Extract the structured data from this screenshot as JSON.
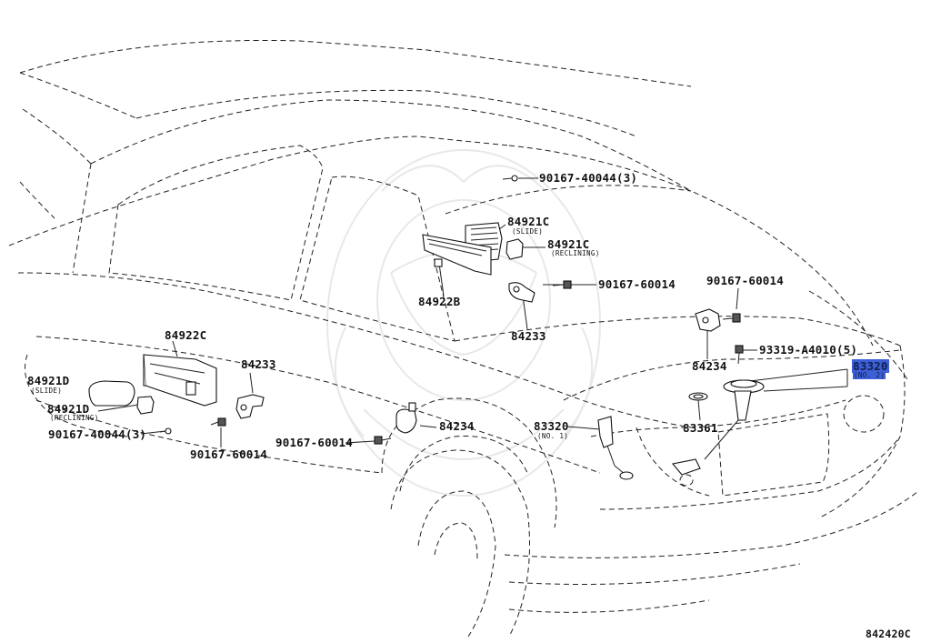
{
  "diagram": {
    "figure_code": "842420C",
    "labels": {
      "p84921c_slide": "84921C",
      "p84921c_slide_sub": "(SLIDE)",
      "p84921c_reclining": "84921C",
      "p84921c_reclining_sub": "(RECLINING)",
      "p84922b": "84922B",
      "p84922c": "84922C",
      "p84921d_slide": "84921D",
      "p84921d_slide_sub": "(SLIDE)",
      "p84921d_reclining": "84921D",
      "p84921d_reclining_sub": "(RECLINING)",
      "screw_top": "90167-40044(3)",
      "screw_left": "90167-40044(3)",
      "bolt_a": "90167-60014",
      "bolt_b": "90167-60014",
      "bolt_c": "90167-60014",
      "bolt_d": "90167-60014",
      "p84233_a": "84233",
      "p84233_b": "84233",
      "p84234_a": "84234",
      "p84234_b": "84234",
      "p83320_no1": "83320",
      "p83320_no1_sub": "(NO. 1)",
      "p83320_no2": "83320",
      "p83320_no2_sub": "(NO. 2)",
      "p93319": "93319-A4010(5)",
      "p83361": "83361"
    },
    "highlight_color": "#3c5fd6"
  }
}
